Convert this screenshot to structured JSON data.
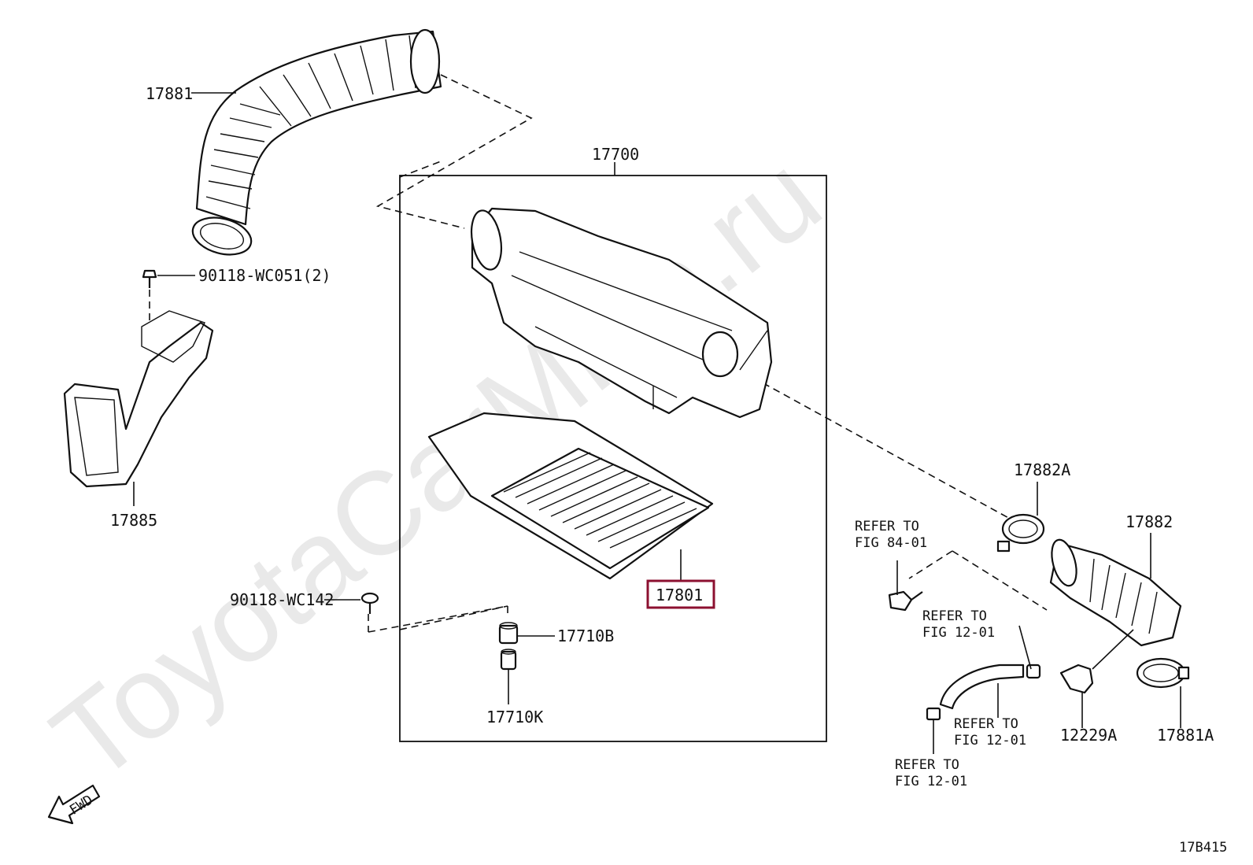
{
  "watermark": "ToyotaCarMine.ru",
  "fwd_label": "FWD",
  "figure_code": "17B415",
  "highlight_color": "#8c1030",
  "labels": {
    "p17881": "17881",
    "p90118_wc051": "90118-WC051(2)",
    "p17885": "17885",
    "p17700": "17700",
    "p90118_wc142": "90118-WC142",
    "p17801": "17801",
    "p17710b": "17710B",
    "p17710k": "17710K",
    "p17882a": "17882A",
    "p17882": "17882",
    "p12229a": "12229A",
    "p17881a": "17881A"
  },
  "refs": {
    "r84_01": {
      "line1": "REFER TO",
      "line2": "FIG 84-01"
    },
    "r12_01_a": {
      "line1": "REFER TO",
      "line2": "FIG 12-01"
    },
    "r12_01_b": {
      "line1": "REFER TO",
      "line2": "FIG 12-01"
    },
    "r12_01_c": {
      "line1": "REFER TO",
      "line2": "FIG 12-01"
    }
  }
}
